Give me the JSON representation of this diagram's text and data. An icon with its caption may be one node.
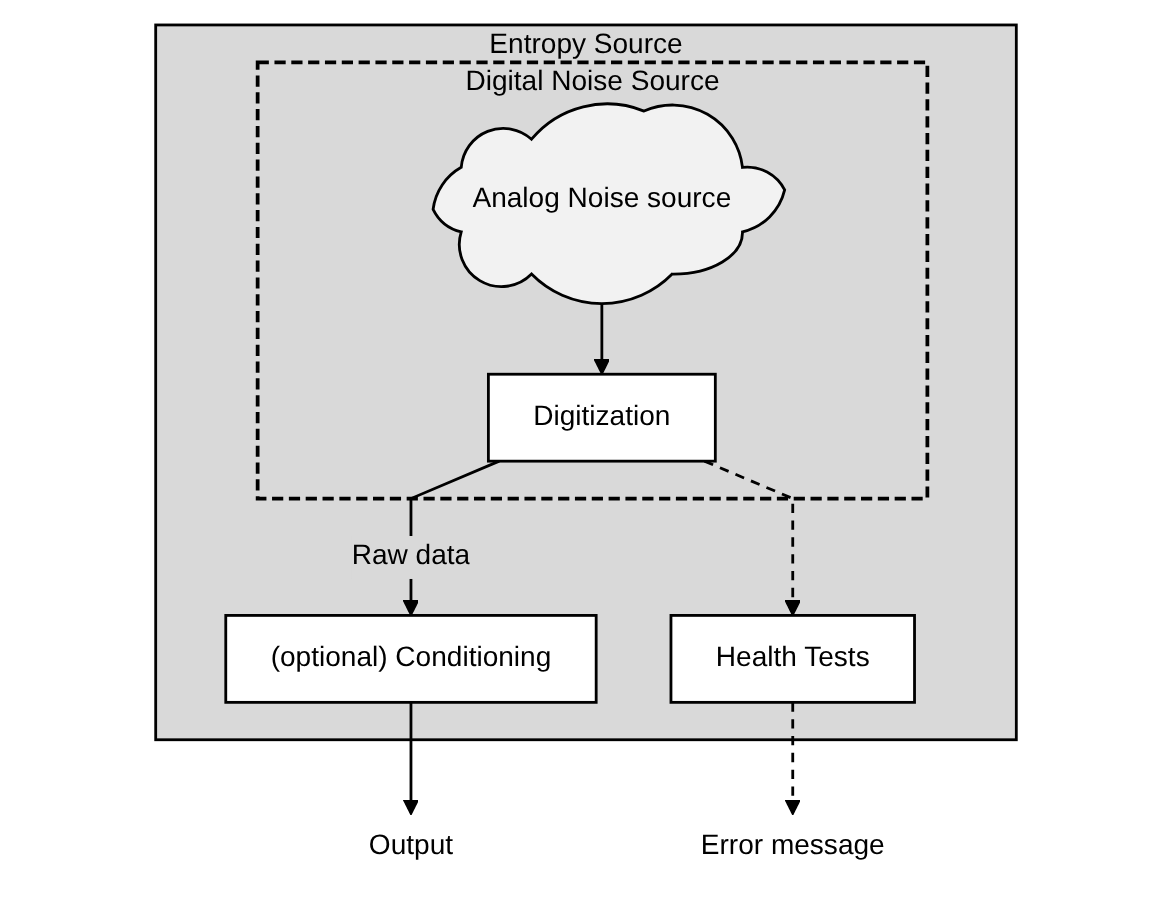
{
  "diagram": {
    "nodes": [
      {
        "text": [
          "Entropy Source"
        ]
      },
      {
        "text": [
          "Digital Noise Source"
        ],
        "in": 0
      },
      {
        "text": [
          "Analog Noise source"
        ],
        "in": 1
      },
      {
        "text": [
          "Digitization"
        ],
        "in": 1
      },
      {
        "text": [
          "Health Tests"
        ],
        "in": 0
      },
      {
        "text": [
          "(optional) Conditioning"
        ],
        "in": 0
      },
      {
        "text": [
          "Output"
        ]
      },
      {
        "text": [
          "Error message"
        ]
      }
    ],
    "edges": [
      {
        "from": 2,
        "to": 3,
        "arrow": "to"
      },
      {
        "from": 3,
        "to": 5,
        "arrow": "to",
        "label": "Raw data"
      },
      {
        "from": 3,
        "to": 4,
        "arrow": "to",
        "style": "dashed"
      },
      {
        "from": 5,
        "to": 6,
        "arrow": "to"
      },
      {
        "from": 4,
        "to": 7,
        "arrow": "to",
        "style": "dashed"
      }
    ]
  }
}
